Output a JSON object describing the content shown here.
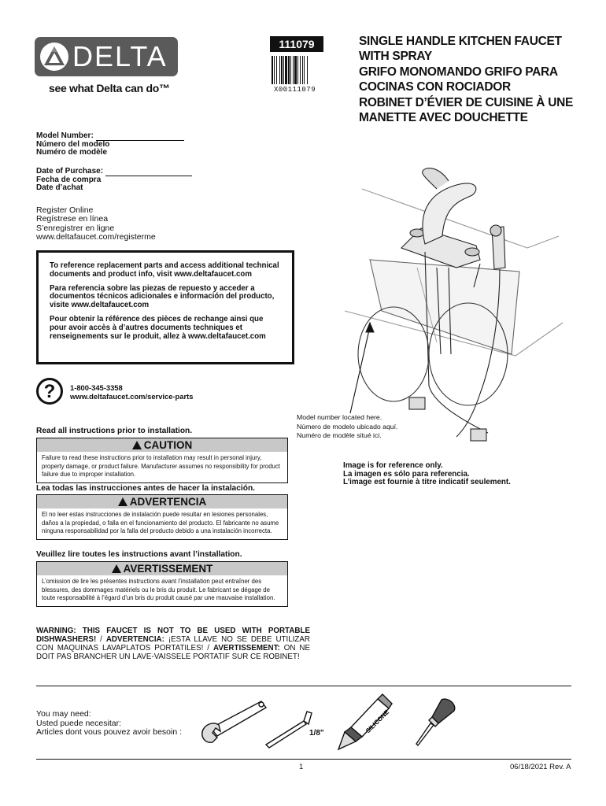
{
  "brand": {
    "logo_text": "DELTA",
    "tagline": "see what Delta can do™",
    "color": "#5a5a5a"
  },
  "part_number": "111079",
  "barcode_text": "X00111079",
  "title_lines": [
    "SINGLE HANDLE KITCHEN FAUCET",
    "WITH SPRAY",
    "GRIFO MONOMANDO GRIFO PARA",
    "COCINAS CON ROCIADOR",
    "ROBINET D’ÉVIER DE CUISINE À UNE",
    "MANETTE AVEC DOUCHETTE"
  ],
  "model": {
    "label": "Model Number:",
    "es": "Número del modelo",
    "fr": "Numéro de modèle"
  },
  "purchase": {
    "label": "Date of Purchase:",
    "es": "Fecha de compra",
    "fr": "Date d’achat"
  },
  "register": [
    "Register Online",
    "Regístrese en línea",
    "S’enregistrer en ligne",
    "www.deltafaucet.com/registerme"
  ],
  "reference": [
    "To reference replacement parts and access additional technical documents and product info, visit www.deltafaucet.com",
    "Para referencia sobre las piezas de repuesto y acceder a documentos técnicos adicionales e información del producto, visite www.deltafaucet.com",
    "Pour obtenir la référence des pièces de rechange ainsi que pour avoir accès à d’autres documents techniques et renseignements sur le produit, allez à www.deltafaucet.com"
  ],
  "help": {
    "icon": "question-icon",
    "symbol": "?",
    "phone": "1-800-345-3358",
    "url": "www.deltafaucet.com/service-parts"
  },
  "warnings": [
    {
      "read": "Read all instructions prior to installation.",
      "title": "CAUTION",
      "text": "Failure to read these instructions prior to installation may result in personal injury, property damage, or product failure. Manufacturer assumes no responsibility for product failure due to improper installation."
    },
    {
      "read": "Lea todas las instrucciones antes de hacer la instalación.",
      "title": "ADVERTENCIA",
      "text": "El no leer estas instrucciones de instalación puede resultar en lesiones personales, daños a la propiedad, o falla en el funcionamiento del producto. El fabricante no asume ninguna responsabilidad por la falla del producto debido a una instalación incorrecta."
    },
    {
      "read": "Veuillez lire toutes les instructions avant l’installation.",
      "title": "AVERTISSEMENT",
      "text": "L’omission de lire les présentes instructions avant l’installation peut entraîner des blessures, des dommages matériels ou le bris du produit. Le fabricant se dégage de toute responsabilité à l’égard d’un bris du produit causé par une mauvaise installation."
    }
  ],
  "model_note": [
    "Model number located here.",
    "Número de modelo ubicado aquí.",
    "Numéro de modèle situé ici."
  ],
  "image_note": [
    "Image is for reference only.",
    "La imagen es sólo para referencia.",
    "L’image est fournie à titre indicatif seulement."
  ],
  "portable_warning": {
    "en_label": "WARNING: THIS FAUCET IS NOT TO BE USED WITH PORTABLE DISHWASHERS!",
    "es_label": "ADVERTENCIA:",
    "es_text": "¡ESTA LLAVE NO SE DEBE UTILIZAR CON MAQUINAS LAVAPLATOS PORTATILES!",
    "fr_label": "AVERTISSEMENT:",
    "fr_text": "ON NE DOIT PAS BRANCHER UN LAVE-VAISSELE PORTATIF SUR CE ROBINET!"
  },
  "tools": {
    "lines": [
      "You may need:",
      "Usted puede necesitar:",
      "Articles dont vous pouvez avoir besoin :"
    ],
    "hex_size": "1/8\"",
    "silicone_label": "SILICONE",
    "icons": [
      "adjustable-wrench-icon",
      "hex-key-icon",
      "silicone-tube-icon",
      "screwdriver-icon"
    ]
  },
  "footer": {
    "page": "1",
    "date": "06/18/2021 Rev. A"
  }
}
